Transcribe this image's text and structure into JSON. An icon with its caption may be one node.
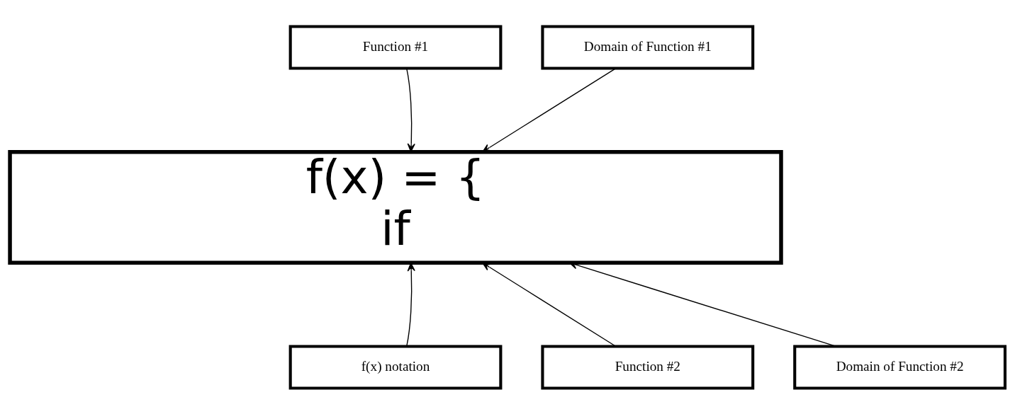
{
  "diagram": {
    "nodes": [
      {
        "text": [
          "f(x) = {",
          "if"
        ]
      },
      {
        "text": [
          "Function #1"
        ]
      },
      {
        "text": [
          "Domain of Function #1"
        ]
      },
      {
        "text": [
          "f(x) notation"
        ]
      },
      {
        "text": [
          "Function #2"
        ]
      },
      {
        "text": [
          "Domain of Function #2"
        ]
      }
    ],
    "edges": [
      {
        "from": 1,
        "to": 0,
        "arrow": "to"
      },
      {
        "from": 2,
        "to": 0,
        "arrow": "to"
      },
      {
        "from": 3,
        "to": 0,
        "arrow": "to"
      },
      {
        "from": 4,
        "to": 0,
        "arrow": "to"
      },
      {
        "from": 5,
        "to": 0,
        "arrow": "to"
      }
    ]
  }
}
